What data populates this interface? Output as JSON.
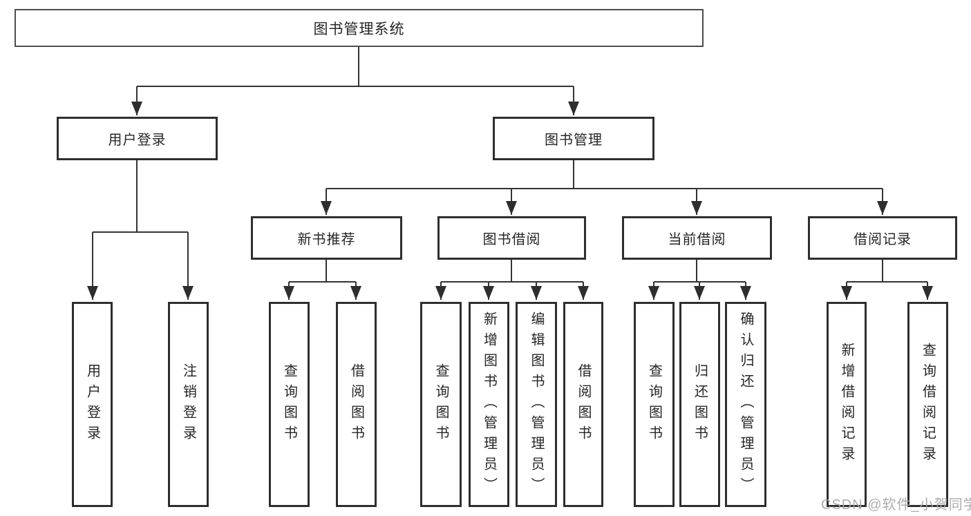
{
  "diagram_type": "functional-structure-tree",
  "tree": {
    "label": "图书管理系统",
    "children": [
      {
        "label": "用户登录",
        "children": [
          {
            "label": "用户登录"
          },
          {
            "label": "注销登录"
          }
        ]
      },
      {
        "label": "图书管理",
        "children": [
          {
            "label": "新书推荐",
            "children": [
              {
                "label": "查询图书"
              },
              {
                "label": "借阅图书"
              }
            ]
          },
          {
            "label": "图书借阅",
            "children": [
              {
                "label": "查询图书"
              },
              {
                "label": "新增图书（管理员）"
              },
              {
                "label": "编辑图书（管理员）"
              },
              {
                "label": "借阅图书"
              }
            ]
          },
          {
            "label": "当前借阅",
            "children": [
              {
                "label": "查询图书"
              },
              {
                "label": "归还图书"
              },
              {
                "label": "确认归还（管理员）"
              }
            ]
          },
          {
            "label": "借阅记录",
            "children": [
              {
                "label": "新增借阅记录"
              },
              {
                "label": "查询借阅记录"
              }
            ]
          }
        ]
      }
    ]
  },
  "watermark": {
    "text": "CSDN @软件_小贺同学",
    "color": "#a5a5a5"
  },
  "colors": {
    "line": "#333333",
    "arrow": "#2e2e2e",
    "box_border": "#2e2e2e",
    "box_fill": "#ffffff",
    "text": "#262626",
    "background": "#ffffff"
  }
}
